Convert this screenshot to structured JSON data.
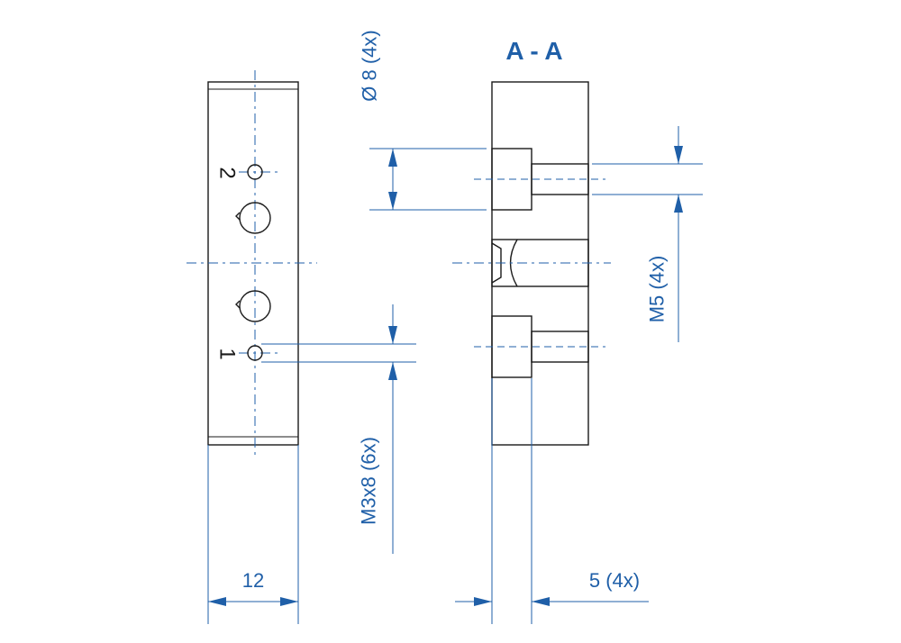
{
  "section_title": "A - A",
  "port_labels": {
    "port1": "1",
    "port2": "2"
  },
  "dimensions": {
    "bore_diameter": "Ø 8 (4x)",
    "thread_m5": "M5 (4x)",
    "thread_m3": "M3x8 (6x)",
    "width": "12",
    "depth": "5 (4x)"
  },
  "colors": {
    "dimension": "#1f5fa8",
    "outline": "#1a1a1a"
  }
}
